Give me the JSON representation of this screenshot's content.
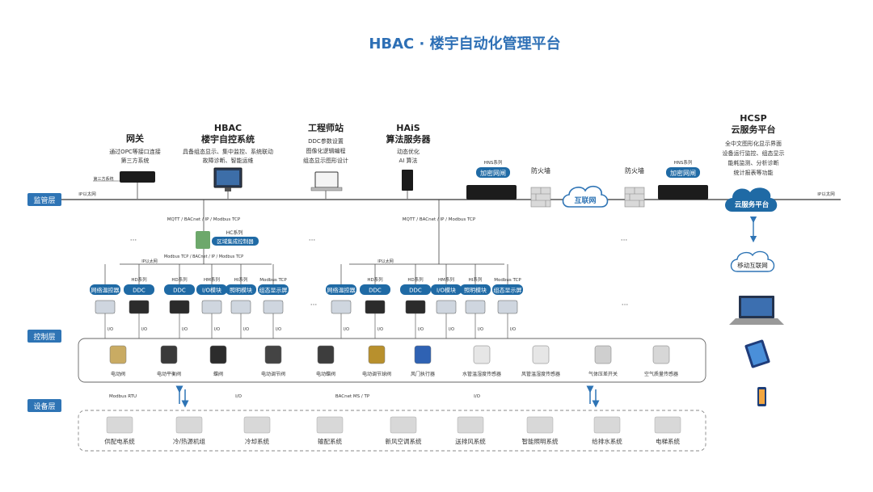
{
  "title": "HBAC · 楼宇自动化管理平台",
  "layers": {
    "monitor": "监管层",
    "control": "控制层",
    "device": "设备层"
  },
  "top_nodes": {
    "gateway": {
      "title": "网关",
      "desc": [
        "通过OPC等接口连接",
        "第三方系统"
      ],
      "caption": "第三方系统"
    },
    "hbac": {
      "title": [
        "HBAC",
        "楼宇自控系统"
      ],
      "desc": [
        "具备组态显示、集中监控、系统联动",
        "故障诊断、智能运维"
      ]
    },
    "workstation": {
      "title": "工程师站",
      "desc": [
        "DDC参数设置",
        "图像化逻辑编程",
        "组态显示图形设计"
      ]
    },
    "hais": {
      "title": [
        "HAiS",
        "算法服务器"
      ],
      "desc": [
        "动态优化",
        "AI 算法"
      ]
    },
    "hcsp": {
      "title": [
        "HCSP",
        "云服务平台"
      ],
      "desc": [
        "全中文图形化显示界面",
        "设备运行监控、组态显示",
        "能耗监测、分析诊断",
        "统计报表等功能"
      ]
    }
  },
  "network": {
    "ip_left": "IP以太网",
    "ip_right": "IP以太网",
    "hns_left": "HNS系列",
    "hns_right": "HNS系列",
    "encrypt_gateway": "加密网闸",
    "firewall": "防火墙",
    "internet": "互联网",
    "cloud_platform": "云服务平台",
    "mobile_internet": "移动互联网",
    "ellipsis": "···"
  },
  "protocols": {
    "left_top": "MQTT / BACnet / IP / Modbus TCP",
    "mid_top": "MQTT / BACnet / IP / Modbus TCP",
    "left_bottom": "Modbus TCP / BACnet / IP / Modbus TCP",
    "modbus_tcp": "Modbus TCP",
    "ip_sub": "IP以太网",
    "modbus_rtu": "Modbus RTU",
    "io": "I/O",
    "bacnet_mstp": "BACnet MS / TP",
    "io2": "I/O"
  },
  "controller": {
    "series": "HC系列",
    "name": "区域集成控制器"
  },
  "modules_left": [
    {
      "top": "",
      "name": "网络温控器"
    },
    {
      "top": "HD系列",
      "name": "DDC"
    },
    {
      "top": "HD系列",
      "name": "DDC"
    },
    {
      "top": "HM系列",
      "name": "I/O模块"
    },
    {
      "top": "HI系列",
      "name": "照明模块"
    },
    {
      "top": "Modbus TCP",
      "name": "组态显示屏"
    }
  ],
  "modules_right": [
    {
      "top": "",
      "name": "网络温控器"
    },
    {
      "top": "HD系列",
      "name": "DDC"
    },
    {
      "top": "HD系列",
      "name": "DDC"
    },
    {
      "top": "HM系列",
      "name": "I/O模块"
    },
    {
      "top": "HI系列",
      "name": "照明模块"
    },
    {
      "top": "Modbus TCP",
      "name": "组态显示屏"
    }
  ],
  "field_devices": [
    "电动阀",
    "电动平衡阀",
    "蝶阀",
    "电动调节阀",
    "电动蝶阀",
    "电动调节球阀",
    "风门执行器",
    "水管温湿度传感器",
    "风管温湿度传感器",
    "气体压差开关",
    "空气质量传感器"
  ],
  "systems": [
    "供配电系统",
    "冷/热源机组",
    "冷却系统",
    "输配系统",
    "新风空调系统",
    "送排风系统",
    "智能照明系统",
    "给排水系统",
    "电梯系统"
  ],
  "colors": {
    "accent": "#2b6cb0",
    "title": "#2d6fb5",
    "line": "#444444",
    "button": "#1f6aa5",
    "layer_tag": "#2e74b5"
  }
}
